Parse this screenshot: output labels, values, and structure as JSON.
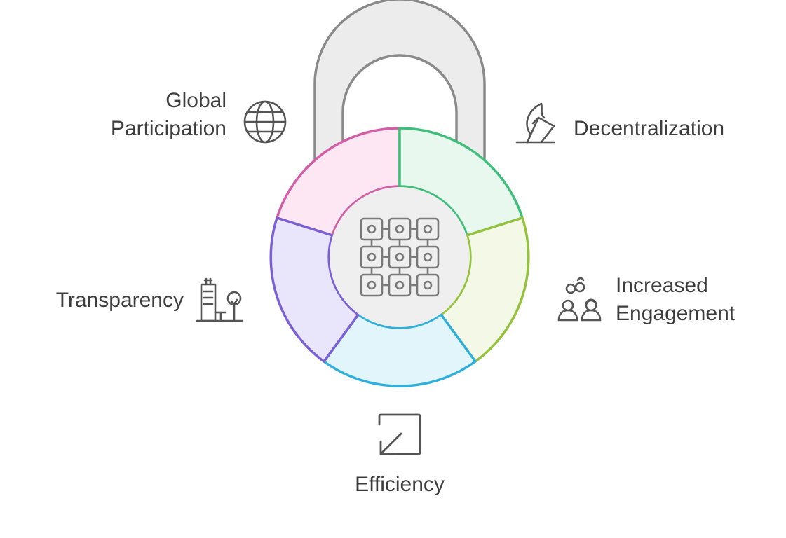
{
  "segments": [
    {
      "key": "global",
      "lines": [
        "Global",
        "Participation"
      ],
      "icon": "globe-icon",
      "stroke": "#d35ea6",
      "fill": "#fce7f3"
    },
    {
      "key": "decentralization",
      "lines": [
        "Decentralization"
      ],
      "icon": "hand-stack-icon",
      "stroke": "#3dbf7a",
      "fill": "#e8f8ef"
    },
    {
      "key": "engagement",
      "lines": [
        "Increased",
        "Engagement"
      ],
      "icon": "connected-people-icon",
      "stroke": "#95c23d",
      "fill": "#f3f9e6"
    },
    {
      "key": "efficiency",
      "lines": [
        "Efficiency"
      ],
      "icon": "arrow-down-left-square-icon",
      "stroke": "#2fb0dc",
      "fill": "#e1f5fb"
    },
    {
      "key": "transparency",
      "lines": [
        "Transparency"
      ],
      "icon": "building-tree-icon",
      "stroke": "#7a5fd6",
      "fill": "#e9e5fb"
    }
  ],
  "center": {
    "icon": "blockchain-grid-icon"
  },
  "colors": {
    "shackle_stroke": "#8a8a8a",
    "shackle_fill": "#ececec",
    "center_stroke": "#9a9a9a",
    "center_fill": "#efefef",
    "icon": "#555555",
    "text": "#3d3d3d"
  }
}
